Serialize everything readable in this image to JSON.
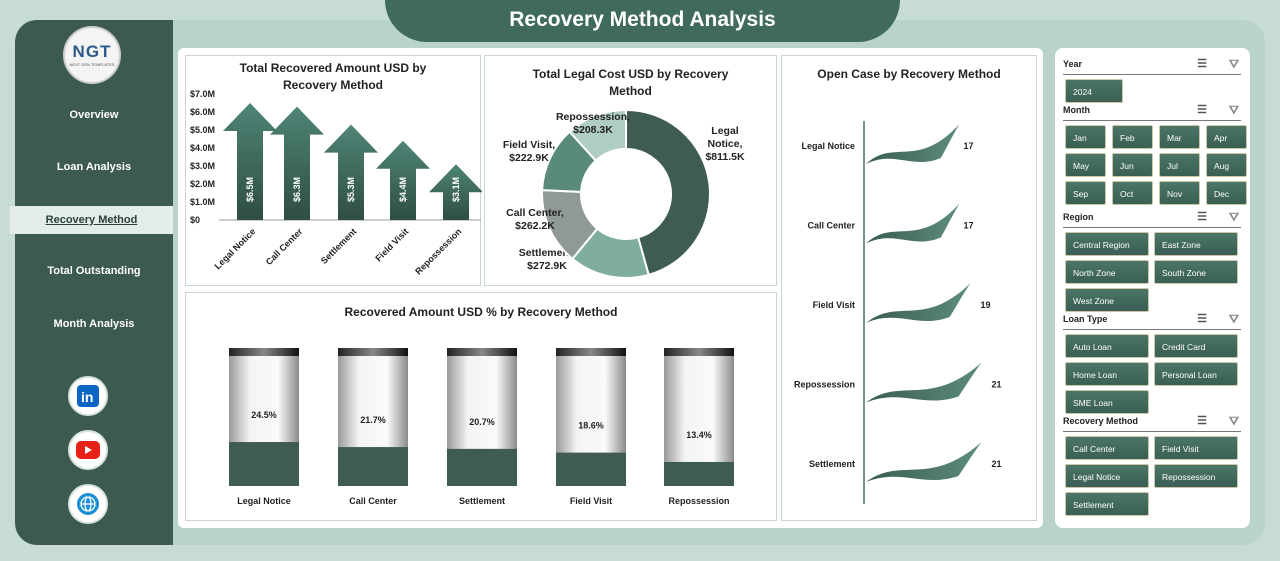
{
  "title": "Recovery Method Analysis",
  "logo": {
    "text": "NGT",
    "subtext": "NEXT GEN TEMPLATES"
  },
  "sidebar": {
    "items": [
      {
        "label": "Overview"
      },
      {
        "label": "Loan Analysis"
      },
      {
        "label": "Recovery Method",
        "active": true
      },
      {
        "label": "Total Outstanding"
      },
      {
        "label": "Month Analysis"
      }
    ],
    "social": [
      "linkedin-icon",
      "youtube-icon",
      "globe-icon"
    ]
  },
  "colors": {
    "dark": "#3d5a50",
    "accent": "#3f6a5d",
    "light": "#b9d3cb"
  },
  "chart_data": [
    {
      "type": "bar",
      "title": "Total Recovered Amount USD by Recovery Method",
      "categories": [
        "Legal Notice",
        "Call Center",
        "Settlement",
        "Field Visit",
        "Repossession"
      ],
      "values": [
        6.5,
        6.3,
        5.3,
        4.4,
        3.1
      ],
      "data_labels": [
        "$6.5M",
        "$6.3M",
        "$5.3M",
        "$4.4M",
        "$3.1M"
      ],
      "yticks": [
        "$0",
        "$1.0M",
        "$2.0M",
        "$3.0M",
        "$4.0M",
        "$5.0M",
        "$6.0M",
        "$7.0M"
      ],
      "ylim": [
        0,
        7
      ],
      "unit": "M USD"
    },
    {
      "type": "pie",
      "title": "Total Legal Cost USD by Recovery Method",
      "categories": [
        "Legal Notice",
        "Settlement",
        "Call Center",
        "Field Visit",
        "Repossession"
      ],
      "values": [
        811.5,
        272.9,
        262.2,
        222.9,
        208.3
      ],
      "data_labels": [
        "$811.5K",
        "$272.9K",
        "$262.2K",
        "$222.9K",
        "$208.3K"
      ],
      "colors": [
        "#3e5c52",
        "#7fae9f",
        "#8f9a98",
        "#5a8a7c",
        "#b0cdc4"
      ],
      "donut": true
    },
    {
      "type": "bar",
      "title": "Open Case by Recovery Method",
      "orientation": "horizontal",
      "categories": [
        "Legal Notice",
        "Call Center",
        "Field Visit",
        "Repossession",
        "Settlement"
      ],
      "values": [
        17,
        17,
        19,
        21,
        21
      ]
    },
    {
      "type": "bar",
      "title": "Recovered Amount USD % by Recovery Method",
      "categories": [
        "Legal Notice",
        "Call Center",
        "Settlement",
        "Field Visit",
        "Repossession"
      ],
      "values": [
        24.5,
        21.7,
        20.7,
        18.6,
        13.4
      ],
      "data_labels": [
        "24.5%",
        "21.7%",
        "20.7%",
        "18.6%",
        "13.4%"
      ],
      "ylim": [
        0,
        100
      ]
    }
  ],
  "filters": [
    {
      "label": "Year",
      "options": [
        "2024"
      ]
    },
    {
      "label": "Month",
      "options": [
        "Jan",
        "Feb",
        "Mar",
        "Apr",
        "May",
        "Jun",
        "Jul",
        "Aug",
        "Sep",
        "Oct",
        "Nov",
        "Dec"
      ]
    },
    {
      "label": "Region",
      "options": [
        "Central Region",
        "East Zone",
        "North Zone",
        "South Zone",
        "West Zone"
      ]
    },
    {
      "label": "Loan Type",
      "options": [
        "Auto Loan",
        "Credit Card",
        "Home Loan",
        "Personal Loan",
        "SME Loan"
      ]
    },
    {
      "label": "Recovery Method",
      "options": [
        "Call Center",
        "Field Visit",
        "Legal Notice",
        "Repossession",
        "Settlement"
      ]
    }
  ]
}
